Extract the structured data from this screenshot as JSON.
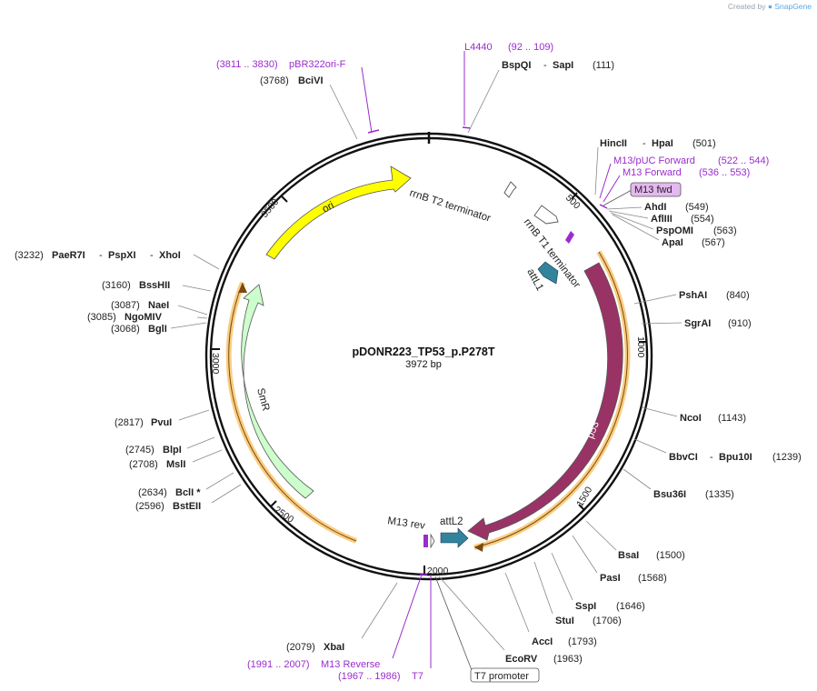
{
  "watermark": {
    "prefix": "Created by",
    "brand": "SnapGene"
  },
  "plasmid": {
    "name": "pDONR223_TP53_p.P278T",
    "length": "3972 bp"
  },
  "ticks": [
    "500",
    "1000",
    "1500",
    "2000",
    "2500",
    "3000",
    "3500"
  ],
  "features": {
    "ori": "ori",
    "p53": "p53",
    "smr": "SmR",
    "attl1": "attL1",
    "attl2": "attL2",
    "rrnb_t2": "rrnB T2 terminator",
    "rrnb_t1": "rrnB T1 terminator",
    "m13rev": "M13 rev",
    "m13fwd": "M13 fwd",
    "t7promoter": "T7 promoter"
  },
  "sites_right": [
    {
      "name": "HincII",
      "sep": "-",
      "name2": "HpaI",
      "pos": "(501)"
    },
    {
      "primer": "M13/pUC Forward",
      "range": "(522 .. 544)"
    },
    {
      "primer": "M13 Forward",
      "range": "(536 .. 553)"
    },
    {
      "name": "AhdI",
      "pos": "(549)"
    },
    {
      "name": "AflIII",
      "pos": "(554)"
    },
    {
      "name": "PspOMI",
      "pos": "(563)"
    },
    {
      "name": "ApaI",
      "pos": "(567)"
    },
    {
      "name": "PshAI",
      "pos": "(840)"
    },
    {
      "name": "SgrAI",
      "pos": "(910)"
    },
    {
      "name": "NcoI",
      "pos": "(1143)"
    },
    {
      "name": "BbvCI",
      "sep": "-",
      "name2": "Bpu10I",
      "pos": "(1239)"
    },
    {
      "name": "Bsu36I",
      "pos": "(1335)"
    },
    {
      "name": "BsaI",
      "pos": "(1500)"
    },
    {
      "name": "PasI",
      "pos": "(1568)"
    },
    {
      "name": "SspI",
      "pos": "(1646)"
    },
    {
      "name": "StuI",
      "pos": "(1706)"
    },
    {
      "name": "AccI",
      "pos": "(1793)"
    },
    {
      "name": "EcoRV",
      "pos": "(1963)"
    }
  ],
  "sites_left": [
    {
      "name": "BciVI",
      "pos": "(3768)"
    },
    {
      "name": "PaeR7I",
      "sep": "-",
      "name2": "PspXI",
      "sep2": "-",
      "name3": "XhoI",
      "pos": "(3232)"
    },
    {
      "name": "BssHII",
      "pos": "(3160)"
    },
    {
      "name": "NaeI",
      "pos": "(3087)"
    },
    {
      "name": "NgoMIV",
      "pos": "(3085)"
    },
    {
      "name": "BglI",
      "pos": "(3068)"
    },
    {
      "name": "PvuI",
      "pos": "(2817)"
    },
    {
      "name": "BlpI",
      "pos": "(2745)"
    },
    {
      "name": "MslI",
      "pos": "(2708)"
    },
    {
      "name": "BclI *",
      "pos": "(2634)"
    },
    {
      "name": "BstEII",
      "pos": "(2596)"
    },
    {
      "name": "XbaI",
      "pos": "(2079)"
    }
  ],
  "top_labels": {
    "pbr_range": "(3811 .. 3830)",
    "pbr_name": "pBR322ori-F",
    "l4440_name": "L4440",
    "l4440_range": "(92 .. 109)",
    "bspqi": "BspQI",
    "sep": "-",
    "sapi": "SapI",
    "bspqi_pos": "(111)"
  },
  "bottom_labels": {
    "m13rev_range": "(1991 .. 2007)",
    "m13rev_name": "M13 Reverse",
    "t7_range": "(1967 .. 1986)",
    "t7_name": "T7"
  },
  "colors": {
    "ori": "#ffff00",
    "p53": "#993366",
    "smr": "#ccffcc",
    "att": "#31849b",
    "primer": "#9a2ccd",
    "orf": "#f7b84b",
    "term": "#ffffff"
  }
}
